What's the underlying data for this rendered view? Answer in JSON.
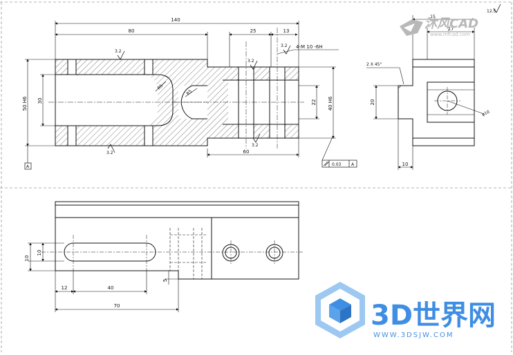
{
  "colors": {
    "line": "#111111",
    "hatch": "#222222",
    "border": "#9a9a9a",
    "watermark_blue": "#3f8ee3",
    "watermark_light": "#9cc8f2",
    "logo_gray": "#b8b8b8"
  },
  "top_logo": {
    "text": "沐风CAD",
    "url": "www.mfcad.com"
  },
  "watermark": {
    "main": "3D世界网",
    "url": "WWW.3DSJW.COM"
  },
  "front_view": {
    "dims": {
      "overall_length": "140",
      "left_len": "80",
      "right_25": "25",
      "right_13": "13",
      "bottom_60": "60",
      "height_left": "50 H6",
      "inner_30": "30",
      "height_right": "40 H6",
      "inner_22": "22",
      "r_left": "R5",
      "r_right": "R5"
    },
    "callouts": {
      "holes": "4-M 10 -6H",
      "rough_a": "3.2",
      "rough_b": "3.2",
      "rough_c": "3.2",
      "rough_d": "3.2",
      "datum": "A",
      "tolerance_value": "0.03",
      "tolerance_datum": "A",
      "top_right_rough": "12.5"
    }
  },
  "side_view": {
    "dims": {
      "chamfer": "2 X 45°",
      "height_20": "20",
      "width_10": "10",
      "top_width": "27",
      "diameter": "φ10",
      "top_small": "15"
    }
  },
  "bottom_view": {
    "dims": {
      "slot_12": "12",
      "slot_40": "40",
      "overall_70": "70",
      "left_10": "10",
      "left_10b": "10",
      "small_5": "5"
    }
  }
}
